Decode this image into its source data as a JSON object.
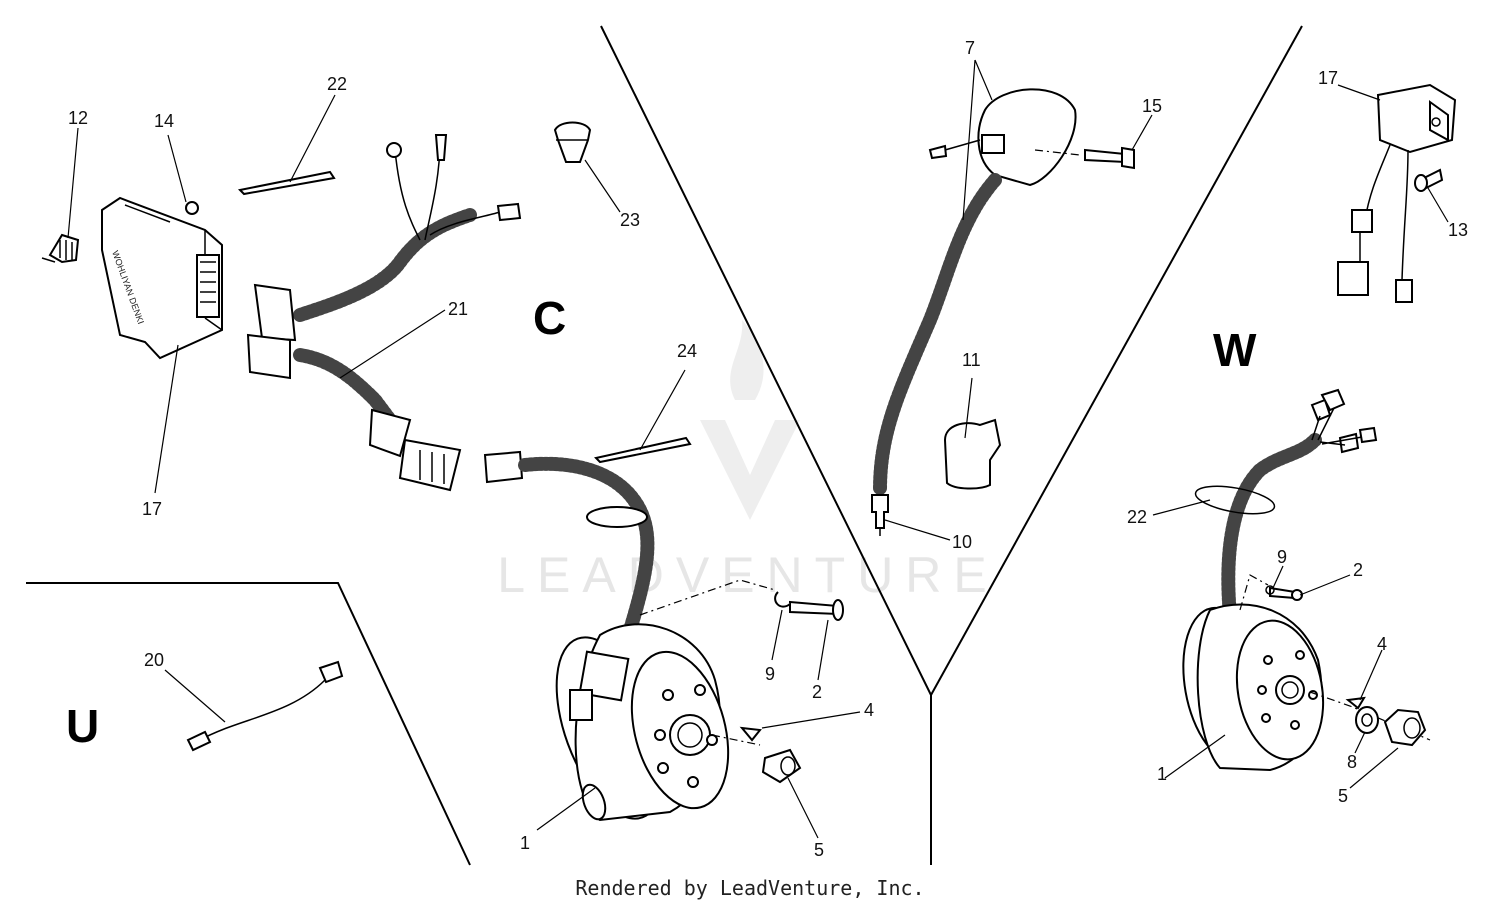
{
  "watermark": {
    "brand": "LEADVENTURE"
  },
  "sections": [
    {
      "id": "C",
      "label": "C"
    },
    {
      "id": "W",
      "label": "W"
    },
    {
      "id": "U",
      "label": "U"
    }
  ],
  "callouts": [
    {
      "id": "c12",
      "label": "12"
    },
    {
      "id": "c14",
      "label": "14"
    },
    {
      "id": "c22a",
      "label": "22"
    },
    {
      "id": "c17a",
      "label": "17"
    },
    {
      "id": "c21",
      "label": "21"
    },
    {
      "id": "c23",
      "label": "23"
    },
    {
      "id": "c24",
      "label": "24"
    },
    {
      "id": "c9a",
      "label": "9"
    },
    {
      "id": "c2a",
      "label": "2"
    },
    {
      "id": "c4a",
      "label": "4"
    },
    {
      "id": "c5a",
      "label": "5"
    },
    {
      "id": "c1a",
      "label": "1"
    },
    {
      "id": "c20",
      "label": "20"
    },
    {
      "id": "c7",
      "label": "7"
    },
    {
      "id": "c15",
      "label": "15"
    },
    {
      "id": "c11",
      "label": "11"
    },
    {
      "id": "c10",
      "label": "10"
    },
    {
      "id": "c17b",
      "label": "17"
    },
    {
      "id": "c13",
      "label": "13"
    },
    {
      "id": "c22b",
      "label": "22"
    },
    {
      "id": "c9b",
      "label": "9"
    },
    {
      "id": "c2b",
      "label": "2"
    },
    {
      "id": "c4b",
      "label": "4"
    },
    {
      "id": "c8",
      "label": "8"
    },
    {
      "id": "c5b",
      "label": "5"
    },
    {
      "id": "c1b",
      "label": "1"
    }
  ],
  "footer": {
    "text": "Rendered by LeadVenture, Inc."
  }
}
